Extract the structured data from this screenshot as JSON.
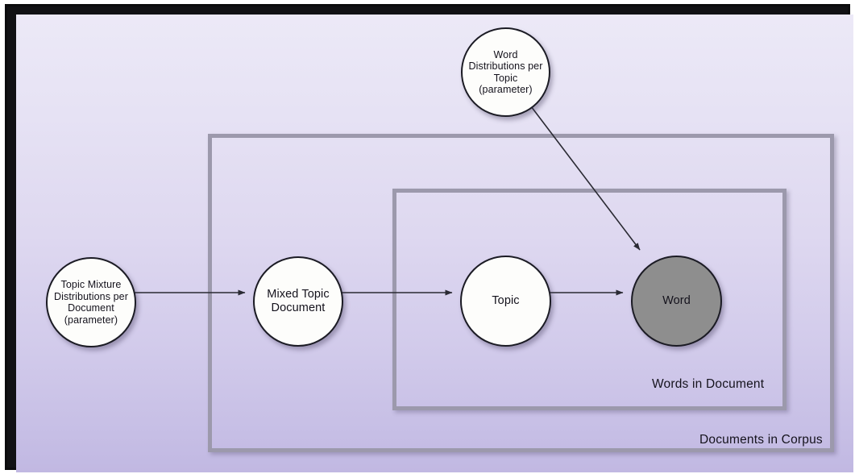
{
  "diagram": {
    "title": "Latent Dirichlet Allocation plate diagram",
    "type": "plate-notation-graphical-model",
    "background_gradient": [
      "#ece9f7",
      "#c1b8e2"
    ],
    "frame_color": "#0b0b0d",
    "plate_border_color": "#9c99ac",
    "edge_color": "#2a2a33"
  },
  "nodes": [
    {
      "id": "word-distributions-per-topic",
      "label": "Word\nDistributions per\nTopic\n(parameter)",
      "lines": [
        "Word",
        "Distributions per",
        "Topic",
        "(parameter)"
      ],
      "shape": "circle",
      "fill": "#fdfdfb",
      "observed": false
    },
    {
      "id": "topic-mixture-distributions-per-document",
      "label": "Topic Mixture\nDistributions per\nDocument\n(parameter)",
      "lines": [
        "Topic Mixture",
        "Distributions per",
        "Document",
        "(parameter)"
      ],
      "shape": "circle",
      "fill": "#fdfdfb",
      "observed": false
    },
    {
      "id": "mixed-topic-document",
      "label": "Mixed Topic\nDocument",
      "lines": [
        "Mixed Topic",
        "Document"
      ],
      "shape": "circle",
      "fill": "#fdfdfb",
      "observed": false
    },
    {
      "id": "topic",
      "label": "Topic",
      "lines": [
        "Topic"
      ],
      "shape": "circle",
      "fill": "#fdfdfb",
      "observed": false
    },
    {
      "id": "word",
      "label": "Word",
      "lines": [
        "Word"
      ],
      "shape": "circle",
      "fill": "#8e8e8e",
      "observed": true
    }
  ],
  "plates": [
    {
      "id": "words-in-document",
      "label": "Words in Document"
    },
    {
      "id": "documents-in-corpus",
      "label": "Documents in Corpus"
    }
  ],
  "edges": [
    {
      "from": "topic-mixture-distributions-per-document",
      "to": "mixed-topic-document",
      "style": "solid-arrow"
    },
    {
      "from": "mixed-topic-document",
      "to": "topic",
      "style": "solid-arrow"
    },
    {
      "from": "topic",
      "to": "word",
      "style": "solid-arrow"
    },
    {
      "from": "word-distributions-per-topic",
      "to": "word",
      "style": "solid-arrow-diagonal"
    }
  ],
  "node_text": {
    "word_dist_l1": "Word",
    "word_dist_l2": "Distributions per",
    "word_dist_l3": "Topic",
    "word_dist_l4": "(parameter)",
    "topic_mix_l1": "Topic Mixture",
    "topic_mix_l2": "Distributions per",
    "topic_mix_l3": "Document",
    "topic_mix_l4": "(parameter)",
    "mixed_doc_l1": "Mixed Topic",
    "mixed_doc_l2": "Document",
    "topic_l1": "Topic",
    "word_l1": "Word"
  },
  "plate_text": {
    "words_in_document": "Words in Document",
    "documents_in_corpus": "Documents in Corpus"
  }
}
